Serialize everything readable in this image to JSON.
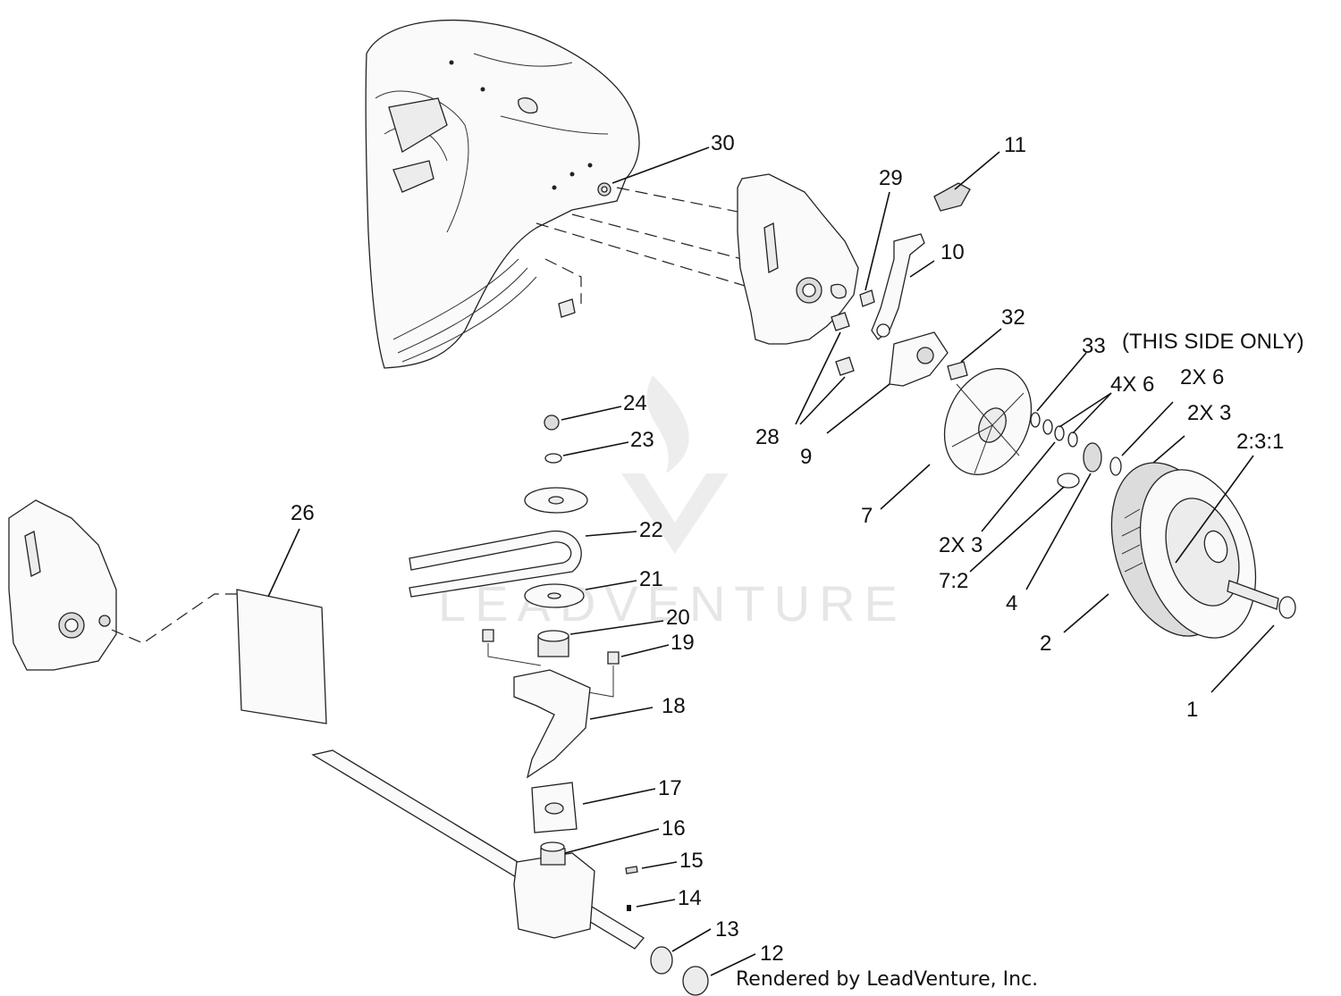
{
  "watermark": "LEADVENTURE",
  "footer": "Rendered by LeadVenture, Inc.",
  "callouts": {
    "c1": "1",
    "c2": "2",
    "c2_3_1": "2:3:1",
    "c2x3_a": "2X 3",
    "c2x3_b": "2X 3",
    "c2x6": "2X 6",
    "c4": "4",
    "c4x6": "4X 6",
    "c7": "7",
    "c7_2": "7:2",
    "c9": "9",
    "c10": "10",
    "c11": "11",
    "c12": "12",
    "c13": "13",
    "c14": "14",
    "c15": "15",
    "c16": "16",
    "c17": "17",
    "c18": "18",
    "c19": "19",
    "c20": "20",
    "c21": "21",
    "c22": "22",
    "c23": "23",
    "c24": "24",
    "c26": "26",
    "c28": "28",
    "c29": "29",
    "c30": "30",
    "c32": "32",
    "c33": "33",
    "this_side_only": "(THIS SIDE ONLY)"
  }
}
